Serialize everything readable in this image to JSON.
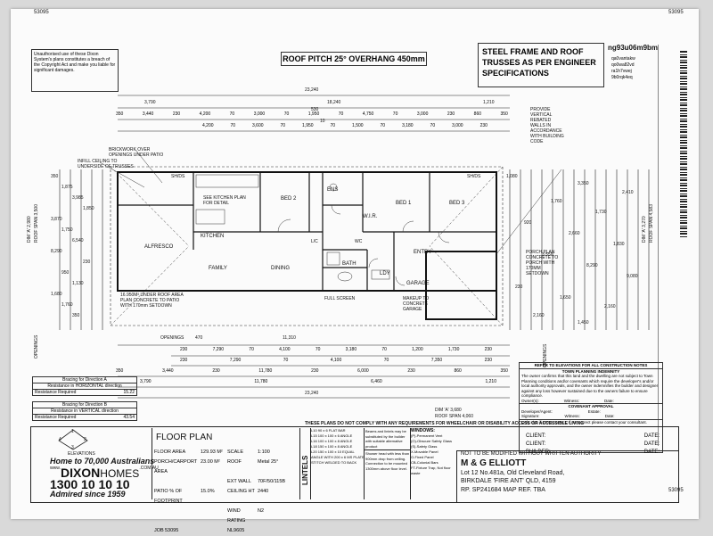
{
  "job_number": "53095",
  "copyright_notice": "Unauthorised use of these Dixon System's plans constitutes a breach of the Copyright Act and make you liable for significant damages.",
  "roof_pitch_note": "ROOF PITCH 25° OVERHANG 450mm",
  "steel_frame_note": "STEEL FRAME AND ROOF TRUSSES AS PER ENGINEER SPECIFICATIONS",
  "file_code": "ng93u06m9bm",
  "file_code_lines": [
    "qa0vantakw",
    "qo0wa82vd",
    "ra1h7vwej",
    "9b0rqk4eq"
  ],
  "top_dims": {
    "overall": "23,240",
    "row1": [
      "3,790",
      "18,240",
      "1,210"
    ],
    "row2": [
      "350",
      "3,440",
      "230",
      "4,200",
      "70",
      "3,000",
      "70",
      "1,950",
      "70",
      "4,750",
      "70",
      "3,000",
      "230",
      "860",
      "350"
    ],
    "row3": [
      "4,200",
      "70",
      "3,600",
      "70",
      "1,950",
      "70",
      "1,500",
      "70",
      "3,180",
      "70",
      "3,000",
      "230"
    ],
    "mid": [
      "530",
      "10"
    ]
  },
  "bottom_dims": {
    "openings_label": "OPENINGS",
    "openings": [
      "470",
      "11,310"
    ],
    "row1": [
      "230",
      "7,290",
      "70",
      "4,100",
      "70",
      "3,180",
      "70",
      "1,200",
      "1,730",
      "230"
    ],
    "row2": [
      "230",
      "7,290",
      "70",
      "4,100",
      "70",
      "7,350",
      "230"
    ],
    "row3": [
      "350",
      "3,440",
      "230",
      "11,780",
      "230",
      "6,000",
      "230",
      "860",
      "350"
    ],
    "row4": [
      "3,790",
      "11,780",
      "6,460",
      "1,210"
    ],
    "overall": "23,240"
  },
  "left_dims": {
    "dim_a": "DIM 'A' 2,980",
    "roof_span": "ROOF SPAN 3,500",
    "openings_label": "OPENINGS",
    "values": [
      "350",
      "1,875",
      "3,985",
      "1,850",
      "3,870",
      "1,750",
      "6,540",
      "8,290",
      "230",
      "950",
      "1,130",
      "1,680",
      "1,760",
      "350"
    ]
  },
  "right_dims": {
    "dim_a": "DIM 'A' 3,270",
    "roof_span": "ROOF SPAN 4,583",
    "openings_label": "OPENINGS",
    "values": [
      "1,080",
      "3,350",
      "2,410",
      "1,760",
      "1,730",
      "920",
      "2,660",
      "1,830",
      "3,550",
      "8,290",
      "9,080",
      "230",
      "1,650",
      "2,160",
      "2,160",
      "1,450"
    ]
  },
  "bottom_right_dims": {
    "dim_a": "DIM 'A' 3,680",
    "roof_span": "ROOF SPAN 4,060"
  },
  "rooms": [
    "BED 2",
    "ENS",
    "W.I.R.",
    "BED 1",
    "BED 3",
    "KITCHEN",
    "ALFRESCO",
    "FAMILY",
    "DINING",
    "BATH",
    "LDY",
    "ENTRY",
    "GARAGE",
    "WC",
    "L/C"
  ],
  "plan_notes": [
    "BRICKWORK OVER OPENINGS UNDER PATIO",
    "INFILL CEILING TO UNDERSIDE OF TRUSSES",
    "SEE KITCHEN PLAN FOR DETAIL",
    "16.950M² UNDER ROOF AREA PLAN CONCRETE TO PATIO WITH 170mm SETDOWN",
    "FULL SCREEN",
    "MAKEUP TO CONCRETE GARAGE",
    "PORCH PLAN CONCRETE TO PORCH WITH 170MM SETDOWN",
    "PROVIDE VERTICAL REBATED WALLS IN ACCORDANCE WITH BUILDING CODE",
    "SH/DS",
    "SH/DS"
  ],
  "bracing": {
    "a_title": "Bracing for Direction A",
    "a_resistance": "Resistance in HORIZONTAL direction",
    "a_required_label": "Resistance Required",
    "a_required": "15.22",
    "b_title": "Bracing for Direction B",
    "b_resistance": "Resistance in VERTICAL direction",
    "b_required_label": "Resistance Required",
    "b_required": "43.54"
  },
  "elevations_note": "REFER TO ELEVATIONS FOR ALL CONSTRUCTION NOTES",
  "town_planning": {
    "title": "TOWN PLANNING INDEMNITY",
    "text": "The owner confirms that this land and the dwelling are not subject to Town Planning conditions and/or covenants which require the developer's and/or local authority approvals, and the owner indemnifies the builder and designer against any loss however sustained due to the owners failure to ensure compliance.",
    "owners_label": "Owner(s):",
    "witness_label": "Witness:",
    "date_label": "Date:"
  },
  "covenant": {
    "title": "COVENANT APPROVAL",
    "developer_label": "Developer/Agent:",
    "estate_label": "Estate:",
    "signature_label": "Signature:",
    "witness_label": "Witness:",
    "date_label": "Date:",
    "footprint_note": "Only sign if 100% correct. If not correct please contact your consultant."
  },
  "signatures": {
    "client1": "CLIENT:",
    "client2": "CLIENT:",
    "builder": "BUILDER:",
    "date1": "DATE:",
    "date2": "DATE:",
    "date3": "DATE:"
  },
  "not_modified": "NOT TO BE MODIFIED WITHOUT WRITTEN AUTHORITY",
  "client_name": "M & G ELLIOTT",
  "lot_address": "Lot 12 No.481a, Old Cleveland Road,",
  "suburb": "BIRKDALE 'FIRE ANT' QLD, 4159",
  "rp_line": "RP.  SP241684     MAP REF.  TBA",
  "plan_title": "FLOOR PLAN",
  "specs": {
    "floor_area_label": "FLOOR AREA",
    "floor_area": "129.93 M²",
    "porch_label": "PORCH/CARPORT AREA",
    "porch": "23.00 M²",
    "patio_label": "PATIO % OF FOOTPRINT",
    "patio": "15.0%",
    "scale_label": "SCALE",
    "scale": "1:100",
    "roof_label": "ROOF",
    "roof": "Metal  25°",
    "ext_wall_label": "EXT WALL",
    "ext_wall": "70F/50/115B",
    "ceiling_label": "CEILING HT",
    "ceiling": "2440",
    "wind_label": "WIND RATING",
    "wind": "N2",
    "job_label": "JOB",
    "job": "53095",
    "model": "NL9605"
  },
  "lintels_title": "LINTELS",
  "lintels": [
    "L10 90 x 6 FLAT BAR",
    "L15 100 x 100 x 6 ANGLE",
    "L16 100 x 100 x 8 ANGLE",
    "L18 150 x 100 x 8 ANGLE",
    "L20 150 x 100 x 10 EQUAL ANGLE WITH 200 x 6 MS PLATE STITCH WELDED TO BACK"
  ],
  "wheelchair_note": "THESE PLANS DO NOT COMPLY WITH ANY REQUIREMENTS FOR WHEELCHAIR OR DISABILITY ACCESS OR ACCESSIBLE LIVING",
  "beams_note": "Beams and lintels may be substituted by the builder with suitable alternative product",
  "shower_note": "Shower head with less than 900mm drop from ceiling. Connection to be mounted 1300mm above floor level.",
  "windows_title": "WINDOWS:",
  "windows": [
    "(P)-Permanent Vent",
    "(O)-Obscure Safety Glass",
    "(S)-Safety Glass",
    "X-Movable Panel",
    "O-Fixed Panel",
    "CB-Colonial Bars",
    "FT-Fixture Trap, Not floor waste"
  ],
  "brand": {
    "tagline": "Home to 70,000 Australians",
    "www": "www.",
    "name_a": "DIXON",
    "name_b": "HOMES",
    "com": ".COM.AU",
    "phone": "1300 10 10 10",
    "admired": "Admired since 1959",
    "elevations": "ELEVATIONS",
    "compass": [
      "1",
      "2",
      "3",
      "4"
    ]
  },
  "colors": {
    "ink": "#111111",
    "sheet": "#fbfbfb",
    "background": "#d9d9d9"
  }
}
